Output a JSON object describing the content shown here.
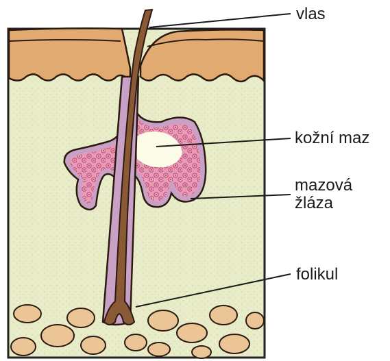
{
  "labels": {
    "hair": "vlas",
    "sebum": "kožní maz",
    "gland_line1": "mazová",
    "gland_line2": "žláza",
    "follicle": "folikul"
  },
  "colors": {
    "dermis": "#e8ecc8",
    "epidermis": "#e0aa70",
    "hair": "#8a5a36",
    "gland_wall": "#c9a0c6",
    "gland_cells": "#d35a86",
    "sebum": "#fbfbe8",
    "fat": "#ecc597"
  }
}
